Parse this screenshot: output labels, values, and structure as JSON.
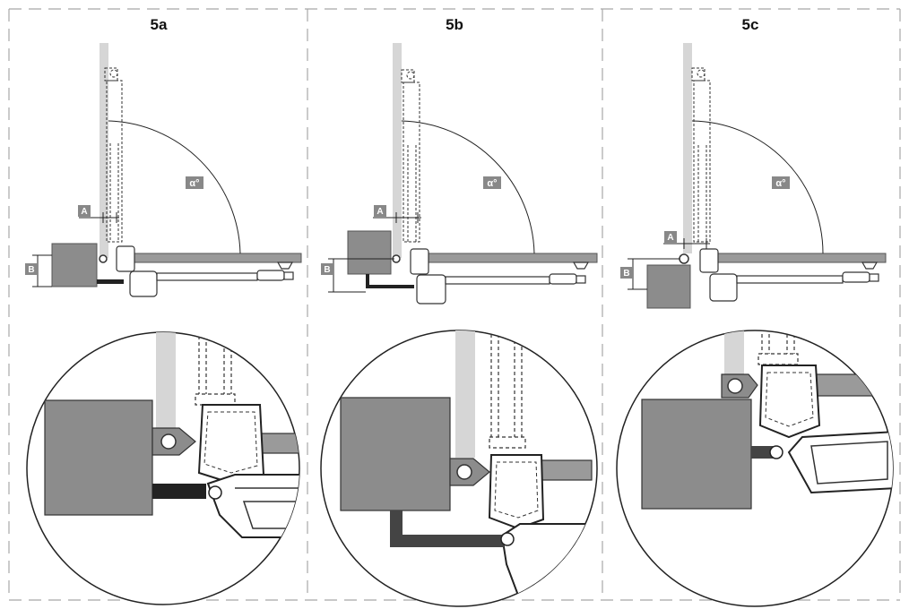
{
  "panels": [
    {
      "title": "5a",
      "label_a": "A",
      "label_b": "B",
      "angle": "α°"
    },
    {
      "title": "5b",
      "label_a": "A",
      "label_b": "B",
      "angle": "α°"
    },
    {
      "title": "5c",
      "label_a": "A",
      "label_b": "B",
      "angle": "α°"
    }
  ],
  "colors": {
    "box": "#8c8c8c",
    "post": "#d6d6d6",
    "bar": "#8a8a8a",
    "dark": "#4a4a4a",
    "frame": "#a8a8a8"
  }
}
